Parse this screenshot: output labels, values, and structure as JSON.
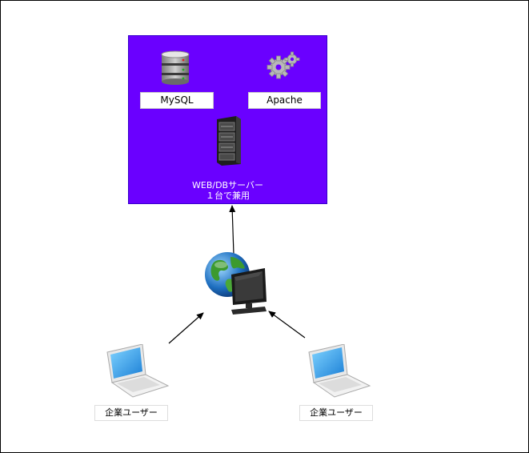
{
  "server_box": {
    "caption_line1": "WEB/DBサーバー",
    "caption_line2": "１台で兼用",
    "mysql_label": "MySQL",
    "apache_label": "Apache",
    "color": "#6a00ff"
  },
  "users": {
    "left_label": "企業ユーザー",
    "right_label": "企業ユーザー"
  },
  "icons": [
    "database-icon",
    "gears-icon",
    "server-rack-icon",
    "globe-icon",
    "monitor-icon",
    "laptop-icon"
  ]
}
